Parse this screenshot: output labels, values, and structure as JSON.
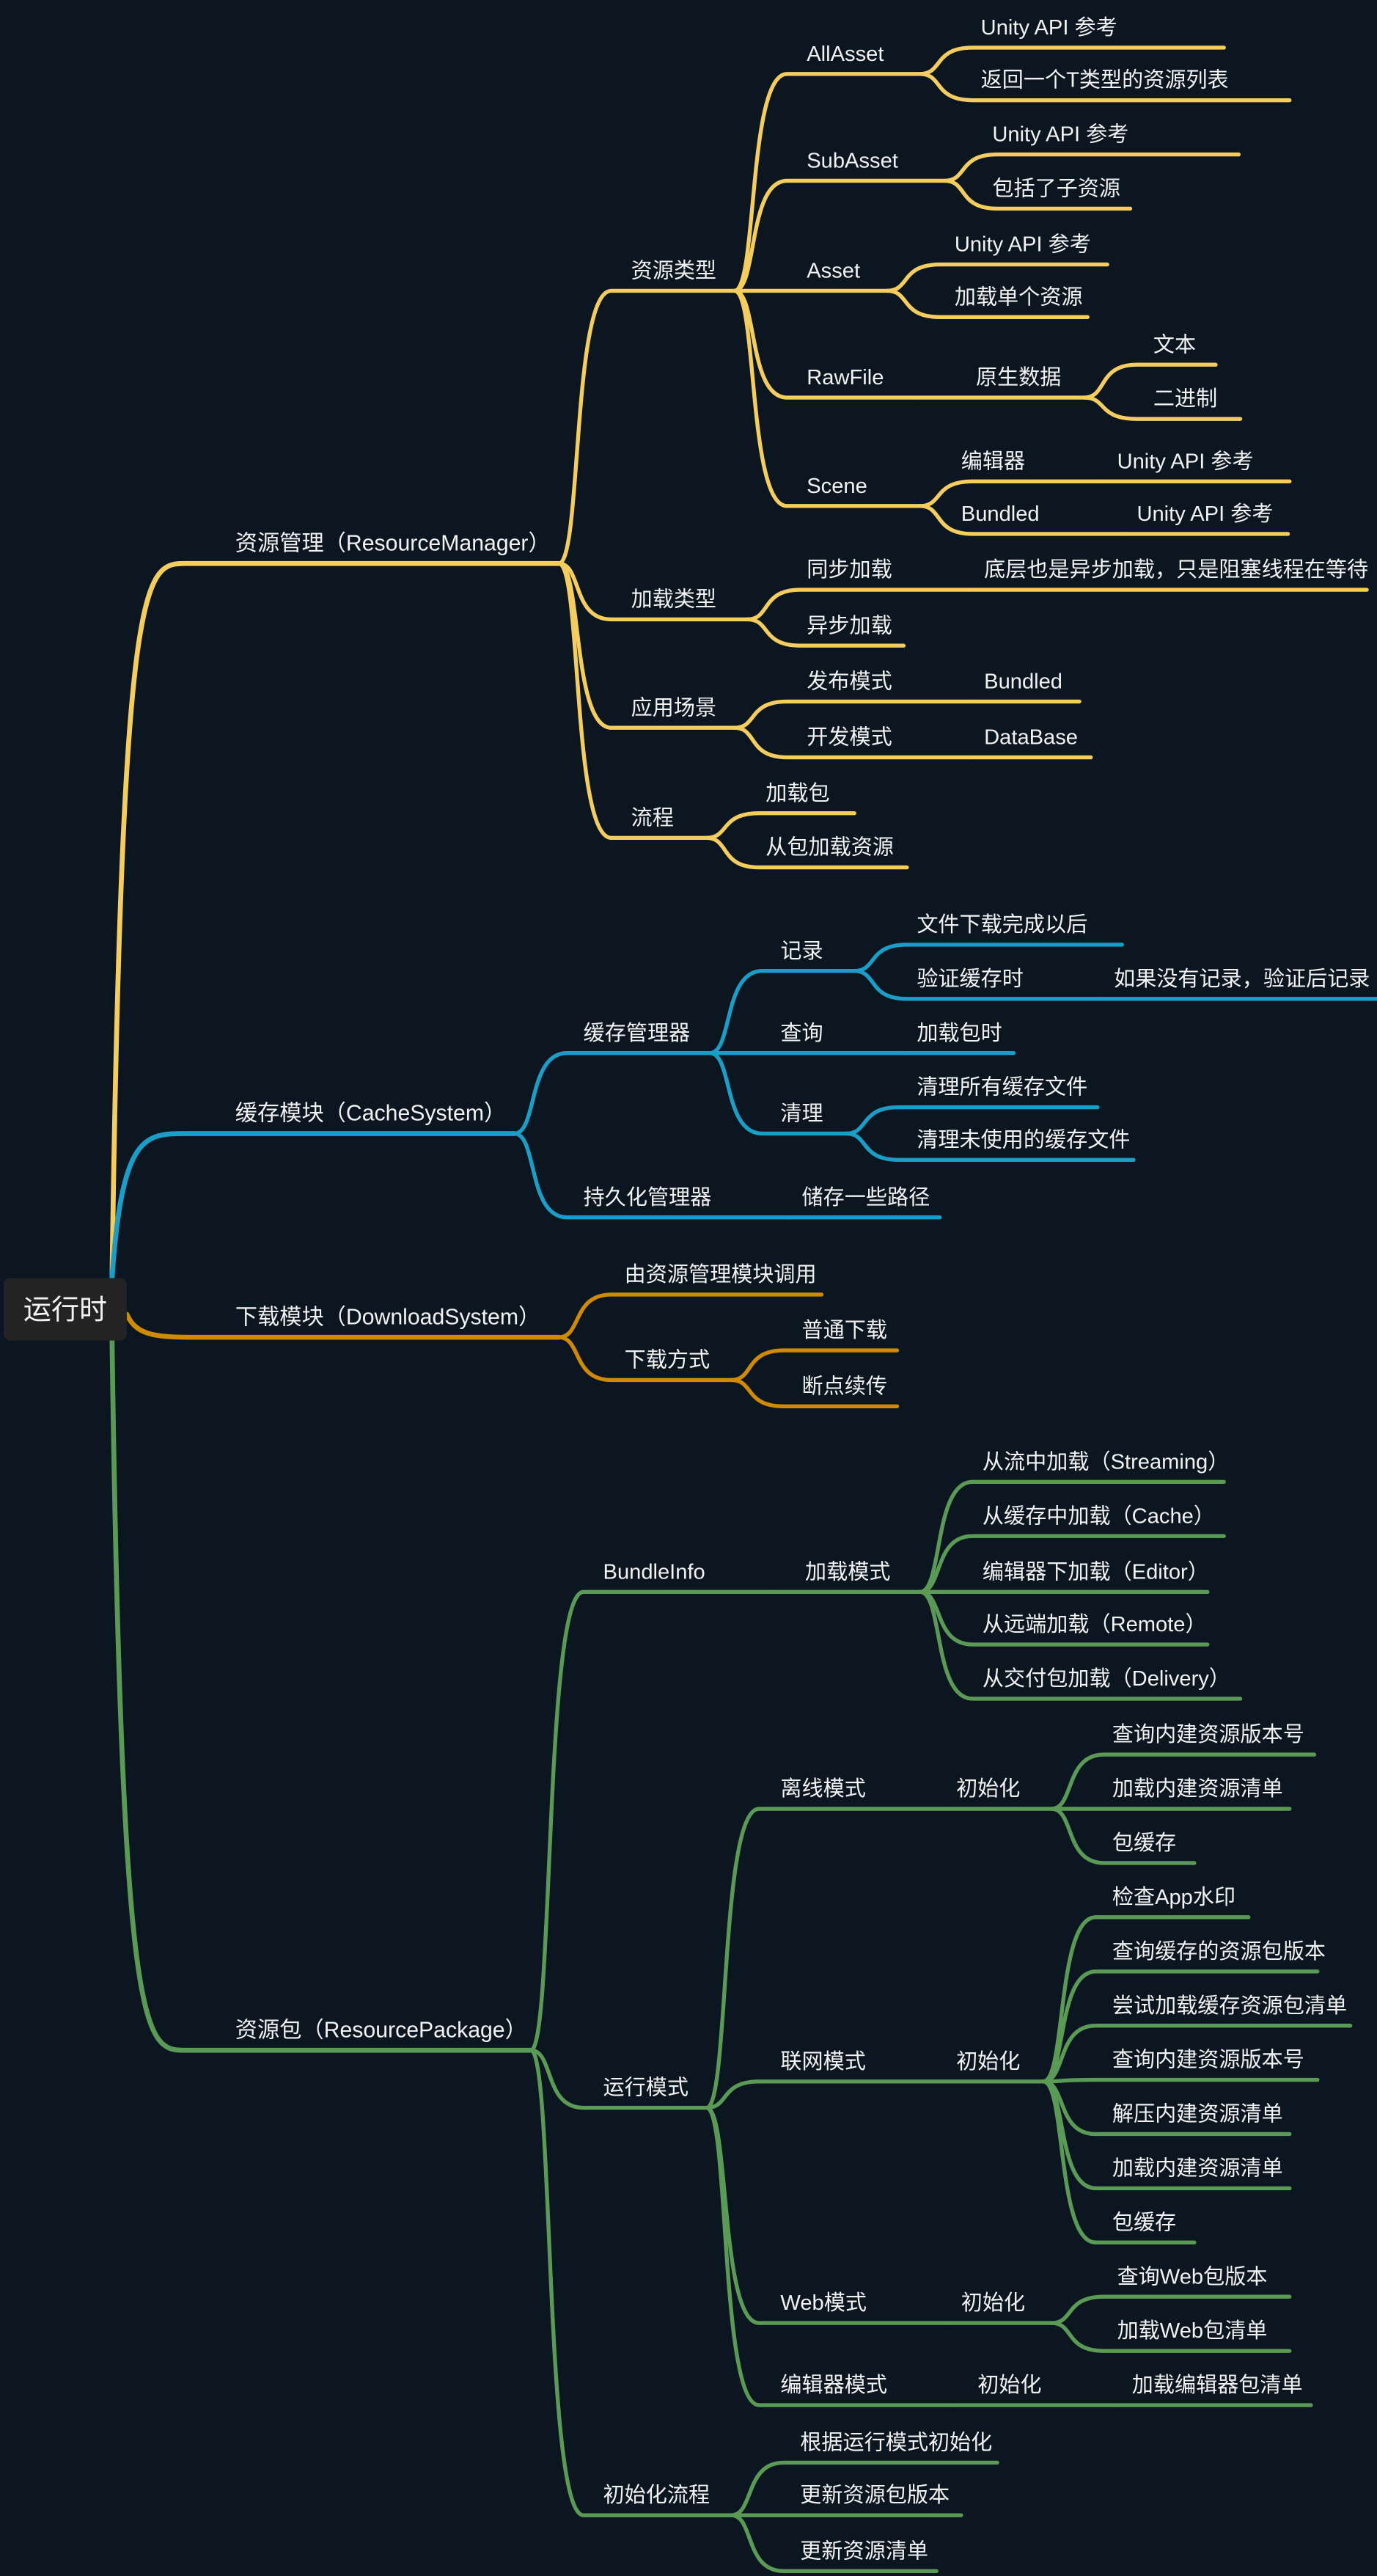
{
  "colors": {
    "background": "#0b1620",
    "root_box": "#232323",
    "text": "#f2f2f2"
  },
  "root": {
    "label": "运行时",
    "children": [
      {
        "label": "资源管理（ResourceManager）",
        "color": "#f5cd5f",
        "children": [
          {
            "label": "资源类型",
            "children": [
              {
                "label": "AllAsset",
                "children": [
                  {
                    "label": "Unity API 参考"
                  },
                  {
                    "label": "返回一个T类型的资源列表"
                  }
                ]
              },
              {
                "label": "SubAsset",
                "children": [
                  {
                    "label": "Unity API 参考"
                  },
                  {
                    "label": "包括了子资源"
                  }
                ]
              },
              {
                "label": "Asset",
                "children": [
                  {
                    "label": "Unity API 参考"
                  },
                  {
                    "label": "加载单个资源"
                  }
                ]
              },
              {
                "label": "RawFile",
                "children": [
                  {
                    "label": "原生数据",
                    "children": [
                      {
                        "label": "文本"
                      },
                      {
                        "label": "二进制"
                      }
                    ]
                  }
                ]
              },
              {
                "label": "Scene",
                "children": [
                  {
                    "label": "编辑器",
                    "children": [
                      {
                        "label": "Unity API 参考"
                      }
                    ]
                  },
                  {
                    "label": "Bundled",
                    "children": [
                      {
                        "label": "Unity API 参考"
                      }
                    ]
                  }
                ]
              }
            ]
          },
          {
            "label": "加载类型",
            "children": [
              {
                "label": "同步加载",
                "children": [
                  {
                    "label": "底层也是异步加载，只是阻塞线程在等待"
                  }
                ]
              },
              {
                "label": "异步加载"
              }
            ]
          },
          {
            "label": "应用场景",
            "children": [
              {
                "label": "发布模式",
                "children": [
                  {
                    "label": "Bundled"
                  }
                ]
              },
              {
                "label": "开发模式",
                "children": [
                  {
                    "label": "DataBase"
                  }
                ]
              }
            ]
          },
          {
            "label": "流程",
            "children": [
              {
                "label": "加载包"
              },
              {
                "label": "从包加载资源"
              }
            ]
          }
        ]
      },
      {
        "label": "缓存模块（CacheSystem）",
        "color": "#1a9ec8",
        "children": [
          {
            "label": "缓存管理器",
            "children": [
              {
                "label": "记录",
                "children": [
                  {
                    "label": "文件下载完成以后"
                  },
                  {
                    "label": "验证缓存时",
                    "children": [
                      {
                        "label": "如果没有记录，验证后记录"
                      }
                    ]
                  }
                ]
              },
              {
                "label": "查询",
                "children": [
                  {
                    "label": "加载包时"
                  }
                ]
              },
              {
                "label": "清理",
                "children": [
                  {
                    "label": "清理所有缓存文件"
                  },
                  {
                    "label": "清理未使用的缓存文件"
                  }
                ]
              }
            ]
          },
          {
            "label": "持久化管理器",
            "children": [
              {
                "label": "储存一些路径"
              }
            ]
          }
        ]
      },
      {
        "label": "下载模块（DownloadSystem）",
        "color": "#d08a00",
        "children": [
          {
            "label": "由资源管理模块调用"
          },
          {
            "label": "下载方式",
            "children": [
              {
                "label": "普通下载"
              },
              {
                "label": "断点续传"
              }
            ]
          }
        ]
      },
      {
        "label": "资源包（ResourcePackage）",
        "color": "#5b9a56",
        "children": [
          {
            "label": "BundleInfo",
            "children": [
              {
                "label": "加载模式",
                "children": [
                  {
                    "label": "从流中加载（Streaming）"
                  },
                  {
                    "label": "从缓存中加载（Cache）"
                  },
                  {
                    "label": "编辑器下加载（Editor）"
                  },
                  {
                    "label": "从远端加载（Remote）"
                  },
                  {
                    "label": "从交付包加载（Delivery）"
                  }
                ]
              }
            ]
          },
          {
            "label": "运行模式",
            "children": [
              {
                "label": "离线模式",
                "children": [
                  {
                    "label": "初始化",
                    "children": [
                      {
                        "label": "查询内建资源版本号"
                      },
                      {
                        "label": "加载内建资源清单"
                      },
                      {
                        "label": "包缓存"
                      }
                    ]
                  }
                ]
              },
              {
                "label": "联网模式",
                "children": [
                  {
                    "label": "初始化",
                    "children": [
                      {
                        "label": "检查App水印"
                      },
                      {
                        "label": "查询缓存的资源包版本"
                      },
                      {
                        "label": "尝试加载缓存资源包清单"
                      },
                      {
                        "label": "查询内建资源版本号"
                      },
                      {
                        "label": "解压内建资源清单"
                      },
                      {
                        "label": "加载内建资源清单"
                      },
                      {
                        "label": "包缓存"
                      }
                    ]
                  }
                ]
              },
              {
                "label": "Web模式",
                "children": [
                  {
                    "label": "初始化",
                    "children": [
                      {
                        "label": "查询Web包版本"
                      },
                      {
                        "label": "加载Web包清单"
                      }
                    ]
                  }
                ]
              },
              {
                "label": "编辑器模式",
                "children": [
                  {
                    "label": "初始化",
                    "children": [
                      {
                        "label": "加载编辑器包清单"
                      }
                    ]
                  }
                ]
              }
            ]
          },
          {
            "label": "初始化流程",
            "children": [
              {
                "label": "根据运行模式初始化"
              },
              {
                "label": "更新资源包版本"
              },
              {
                "label": "更新资源清单"
              }
            ]
          }
        ]
      }
    ]
  }
}
